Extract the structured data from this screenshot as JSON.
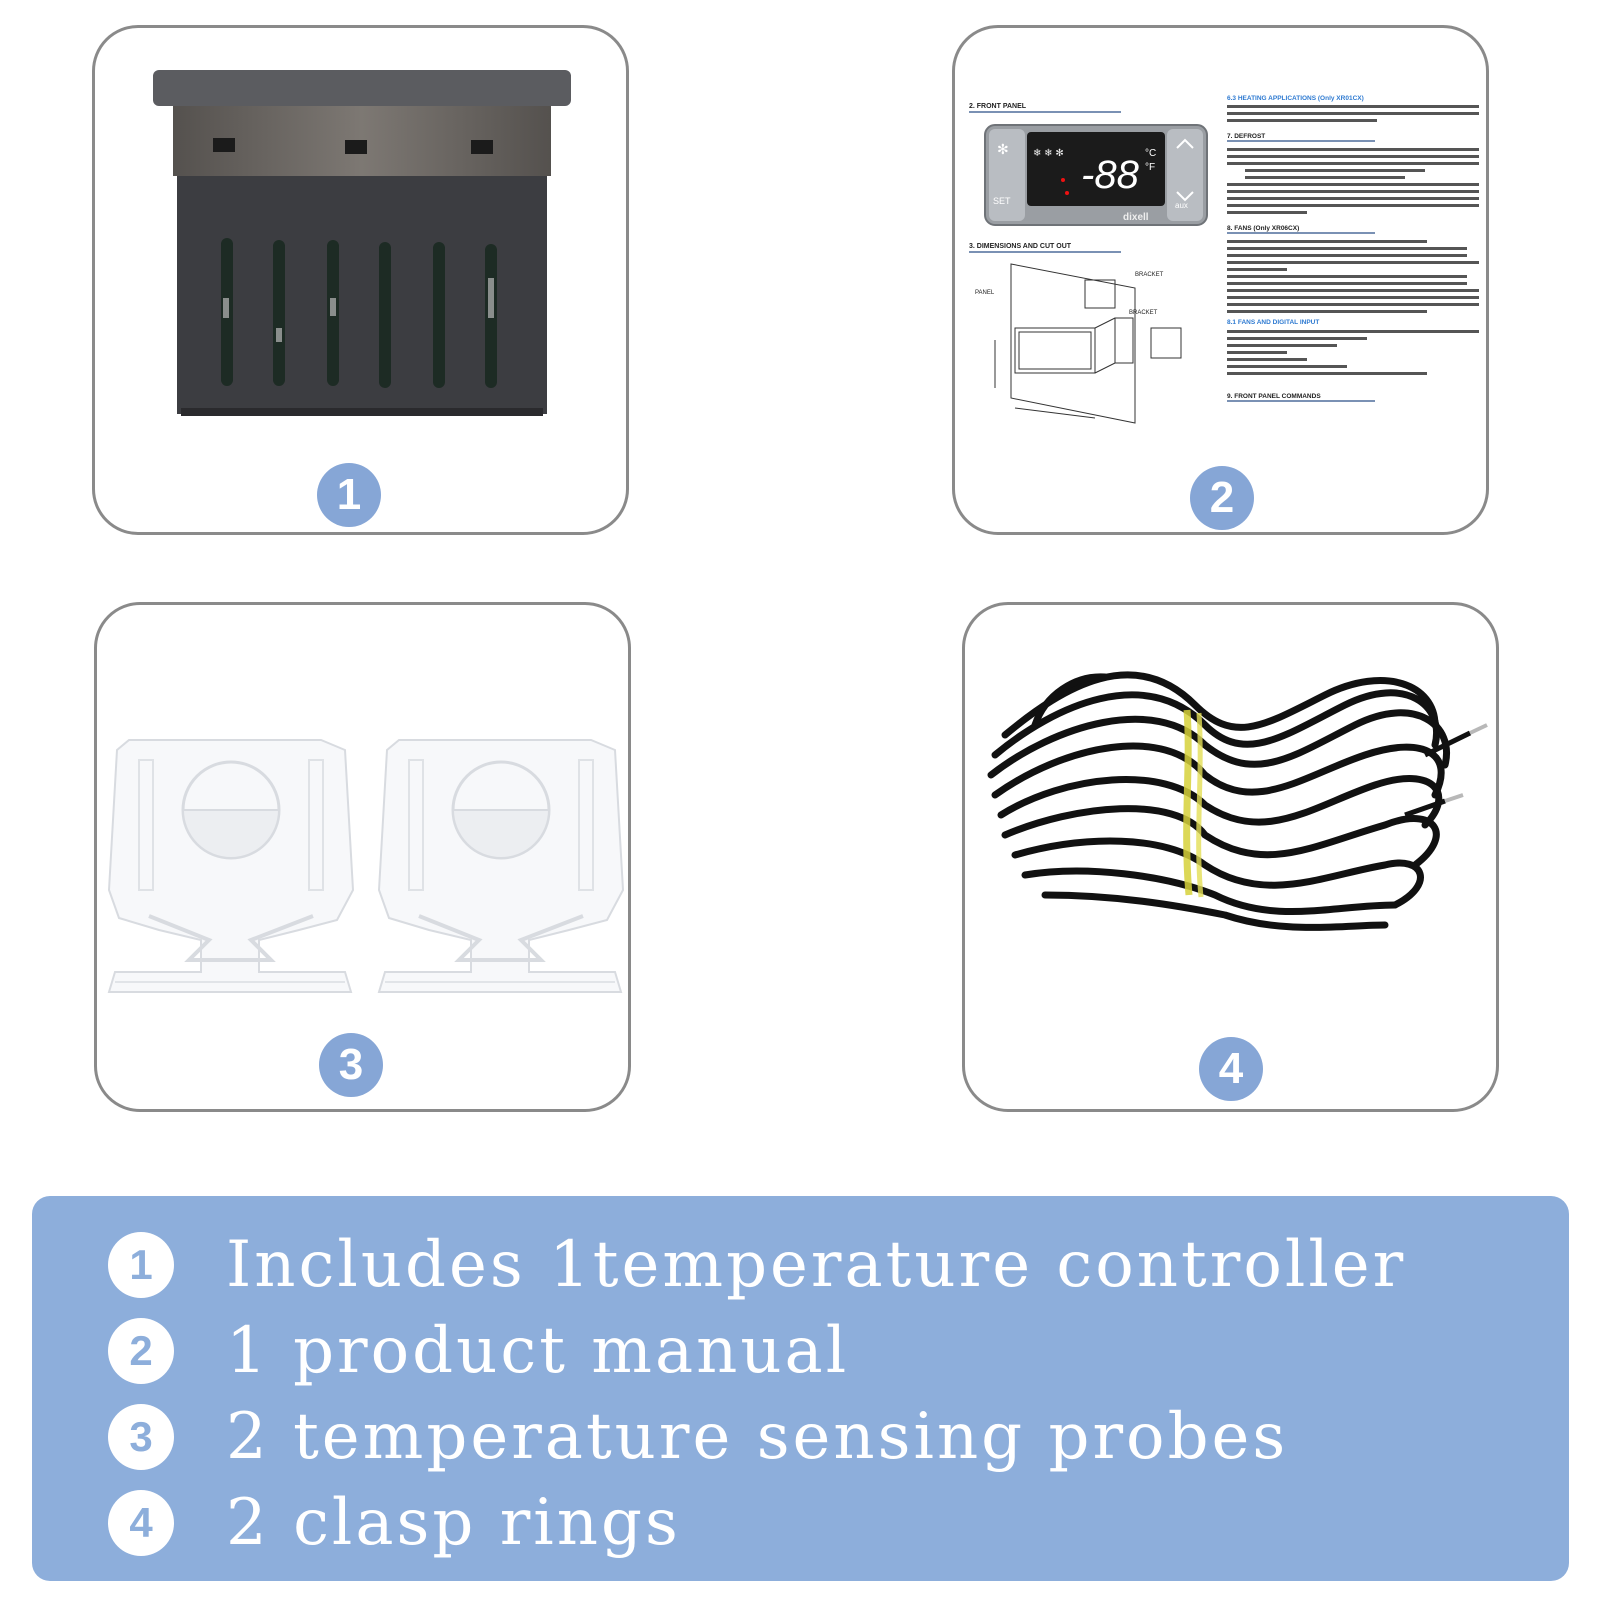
{
  "cards": [
    {
      "badge": "1"
    },
    {
      "badge": "2"
    },
    {
      "badge": "3"
    },
    {
      "badge": "4"
    }
  ],
  "manual": {
    "display_value": "-88",
    "display_unit_c": "°C",
    "display_unit_f": "°F",
    "brand": "dixell",
    "set_label": "SET",
    "aux_label": "aux",
    "heading_front_panel": "2.  FRONT PANEL",
    "heading_dimensions": "3.  DIMENSIONS AND CUT OUT",
    "heading_heating": "6.3 HEATING APPLICATIONS (Only XR01CX)",
    "heading_defrost": "7.  DEFROST",
    "heading_fans": "8.  FANS (Only XR06CX)",
    "heading_fans_digital": "8.1 FANS AND DIGITAL INPUT",
    "heading_commands": "9.  FRONT PANEL COMMANDS",
    "label_bracket_1": "BRACKET",
    "label_bracket_2": "BRACKET",
    "label_panel": "PANEL"
  },
  "summary": {
    "items": [
      {
        "num": "1",
        "text": "Includes 1temperature controller"
      },
      {
        "num": "2",
        "text": "1 product manual"
      },
      {
        "num": "3",
        "text": "2 temperature sensing probes"
      },
      {
        "num": "4",
        "text": "2 clasp rings"
      }
    ]
  },
  "colors": {
    "accent": "#8daedb",
    "badge": "#86a6d6",
    "border": "#8a8a8a"
  }
}
